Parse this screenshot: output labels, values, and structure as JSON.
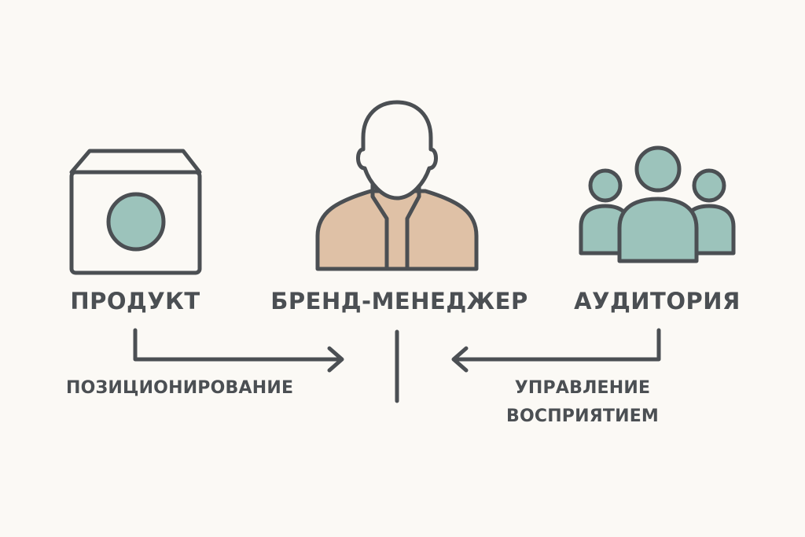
{
  "nodes": {
    "product": {
      "label": "ПРОДУКТ",
      "icon": "product-box-icon"
    },
    "manager": {
      "label": "БРЕНД-МЕНЕДЖЕР",
      "icon": "person-icon"
    },
    "audience": {
      "label": "АУДИТОРИЯ",
      "icon": "group-icon"
    }
  },
  "edges": {
    "left": {
      "label": "ПОЗИЦИОНИРОВАНИЕ"
    },
    "right": {
      "label_line1": "УПРАВЛЕНИЕ",
      "label_line2": "ВОСПРИЯТИЕМ"
    }
  },
  "colors": {
    "background": "#fbf9f5",
    "stroke": "#4b4f53",
    "teal": "#9cc3bb",
    "tan": "#dfc1a6"
  }
}
